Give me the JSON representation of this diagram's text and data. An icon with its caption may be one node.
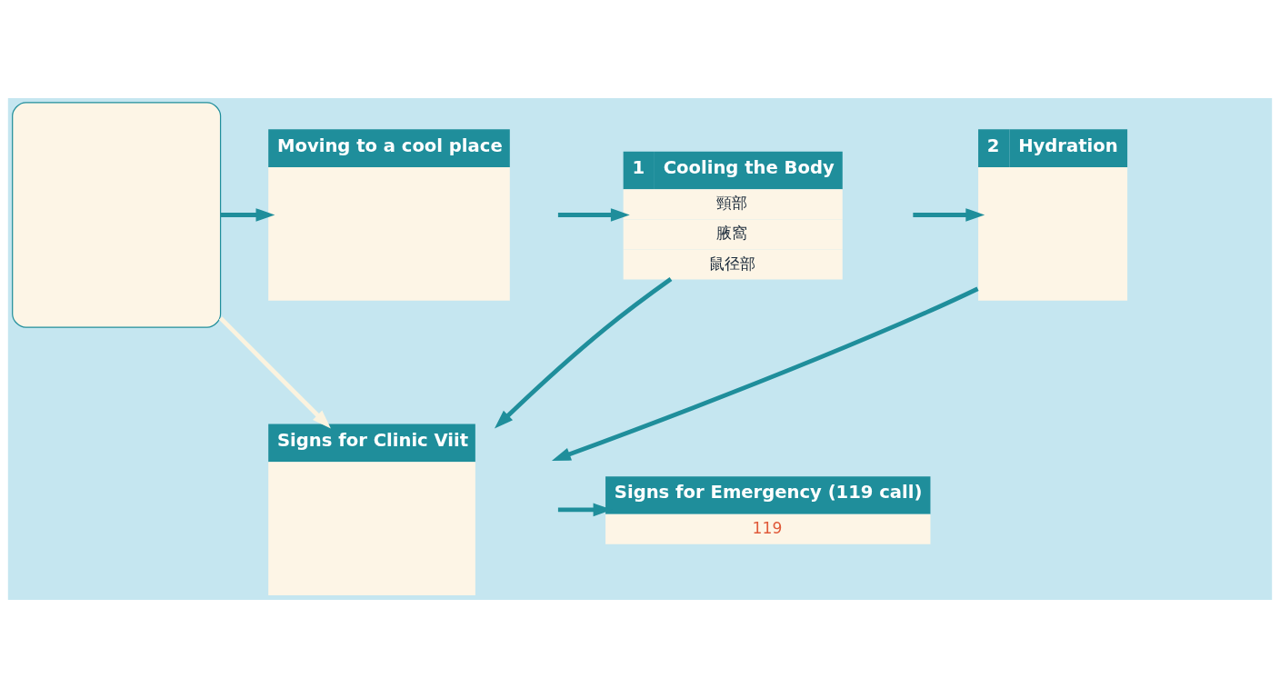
{
  "diagram": {
    "nodes": [
      {
        "text": [],
        "shape": "box"
      },
      {
        "text": [
          "Moving to a cool place"
        ]
      },
      {
        "text": [
          "1",
          "Cooling the Body",
          "頸部",
          "腋窩",
          "鼠径部"
        ]
      },
      {
        "text": [
          "2",
          "Hydration"
        ]
      },
      {
        "text": [
          "Signs for Clinic Viit"
        ]
      },
      {
        "text": [
          "Signs for Emergency (119 call)",
          "119"
        ]
      }
    ],
    "edges": [
      {
        "from": 0,
        "to": 1,
        "arrow": "to"
      },
      {
        "from": 1,
        "to": 2,
        "arrow": "to"
      },
      {
        "from": 2,
        "to": 3,
        "arrow": "to"
      },
      {
        "from": 2,
        "to": 4,
        "arrow": "to"
      },
      {
        "from": 3,
        "to": 4,
        "arrow": "to"
      },
      {
        "from": 0,
        "to": 4,
        "arrow": "to",
        "color": "#fbf3df"
      },
      {
        "from": 4,
        "to": 5,
        "arrow": "to"
      }
    ]
  }
}
